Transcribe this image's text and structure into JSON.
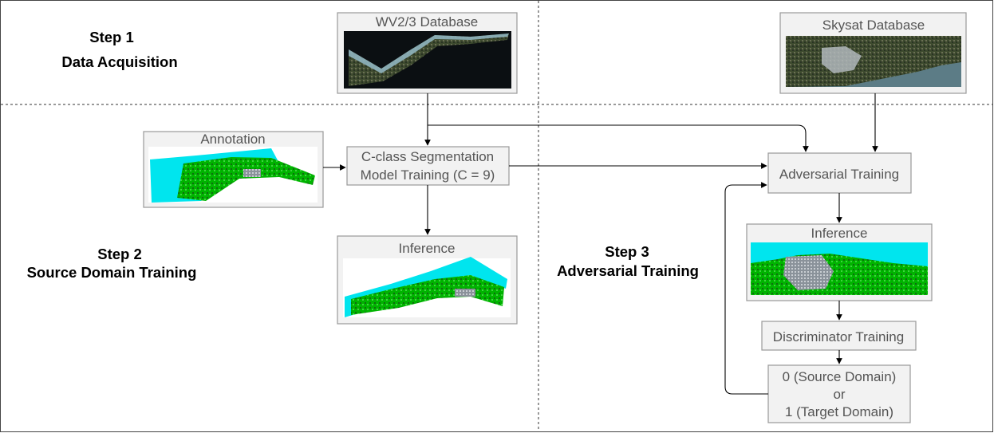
{
  "steps": {
    "step1": {
      "line1": "Step 1",
      "line2": "Data Acquisition"
    },
    "step2": {
      "line1": "Step 2",
      "line2": "Source Domain Training"
    },
    "step3": {
      "line1": "Step 3",
      "line2": "Adversarial Training"
    }
  },
  "nodes": {
    "wv_database": "WV2/3 Database",
    "skysat_database": "Skysat Database",
    "annotation": "Annotation",
    "segmentation": {
      "line1": "C-class Segmentation",
      "line2": "Model Training (C = 9)"
    },
    "source_inference": "Inference",
    "adversarial_training": "Adversarial Training",
    "target_inference": "Inference",
    "discriminator_training": "Discriminator Training",
    "domain_output": {
      "line1": "0 (Source Domain)",
      "line2": "or",
      "line3": "1 (Target Domain)"
    }
  },
  "colors": {
    "water": "#00e5ee",
    "vegetation": "#00b300",
    "dark_vegetation": "#1a6e1a",
    "urban": "#9aa0a8",
    "satellite_dark": "#0b0f12",
    "satellite_sea": "#5c7c86",
    "panel_fill": "#f2f2f2",
    "panel_border": "#999999"
  },
  "icons": {
    "wv_image": "satellite-image",
    "skysat_image": "satellite-image",
    "annotation_map": "segmentation-map",
    "inference_map": "segmentation-map"
  }
}
